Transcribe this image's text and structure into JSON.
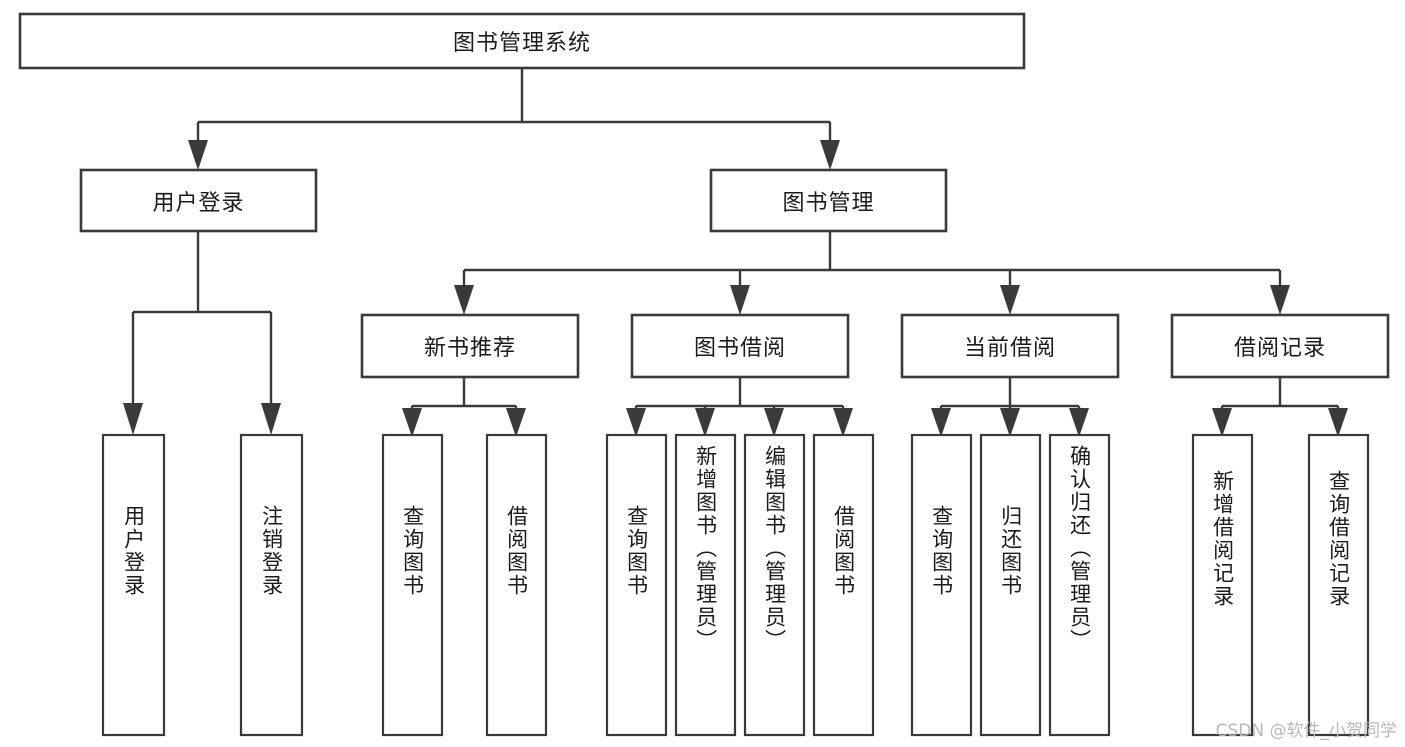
{
  "diagram": {
    "title": "图书管理系统",
    "type": "tree",
    "orientation": "top-down",
    "colors": {
      "box_stroke": "#3a3a3a",
      "box_fill": "#ffffff",
      "line": "#3a3a3a",
      "text": "#1b1b1b",
      "background": "#ffffff",
      "watermark": "#b9b9b9"
    },
    "levels": {
      "root": {
        "label": "图书管理系统"
      },
      "level2": [
        {
          "id": "user-login",
          "label": "用户登录"
        },
        {
          "id": "book-manage",
          "label": "图书管理"
        }
      ],
      "level3": [
        {
          "id": "new-book-rec",
          "label": "新书推荐",
          "parent": "book-manage"
        },
        {
          "id": "book-borrow",
          "label": "图书借阅",
          "parent": "book-manage"
        },
        {
          "id": "current-borrow",
          "label": "当前借阅",
          "parent": "book-manage"
        },
        {
          "id": "borrow-record",
          "label": "借阅记录",
          "parent": "book-manage"
        }
      ],
      "leaves": [
        {
          "id": "leaf-user-login",
          "label": "用户登录",
          "parent": "user-login"
        },
        {
          "id": "leaf-logout",
          "label": "注销登录",
          "parent": "user-login"
        },
        {
          "id": "leaf-query-book-1",
          "label": "查询图书",
          "parent": "new-book-rec"
        },
        {
          "id": "leaf-borrow-book-1",
          "label": "借阅图书",
          "parent": "new-book-rec"
        },
        {
          "id": "leaf-query-book-2",
          "label": "查询图书",
          "parent": "book-borrow"
        },
        {
          "id": "leaf-add-book",
          "label": "新增图书（管理员）",
          "parent": "book-borrow"
        },
        {
          "id": "leaf-edit-book",
          "label": "编辑图书（管理员）",
          "parent": "book-borrow"
        },
        {
          "id": "leaf-borrow-book-2",
          "label": "借阅图书",
          "parent": "book-borrow"
        },
        {
          "id": "leaf-query-book-3",
          "label": "查询图书",
          "parent": "current-borrow"
        },
        {
          "id": "leaf-return-book",
          "label": "归还图书",
          "parent": "current-borrow"
        },
        {
          "id": "leaf-confirm-return",
          "label": "确认归还（管理员）",
          "parent": "current-borrow"
        },
        {
          "id": "leaf-add-record",
          "label": "新增借阅记录",
          "parent": "borrow-record"
        },
        {
          "id": "leaf-query-record",
          "label": "查询借阅记录",
          "parent": "borrow-record"
        }
      ]
    }
  },
  "watermark": {
    "text": "CSDN @软件_小贺同学"
  }
}
